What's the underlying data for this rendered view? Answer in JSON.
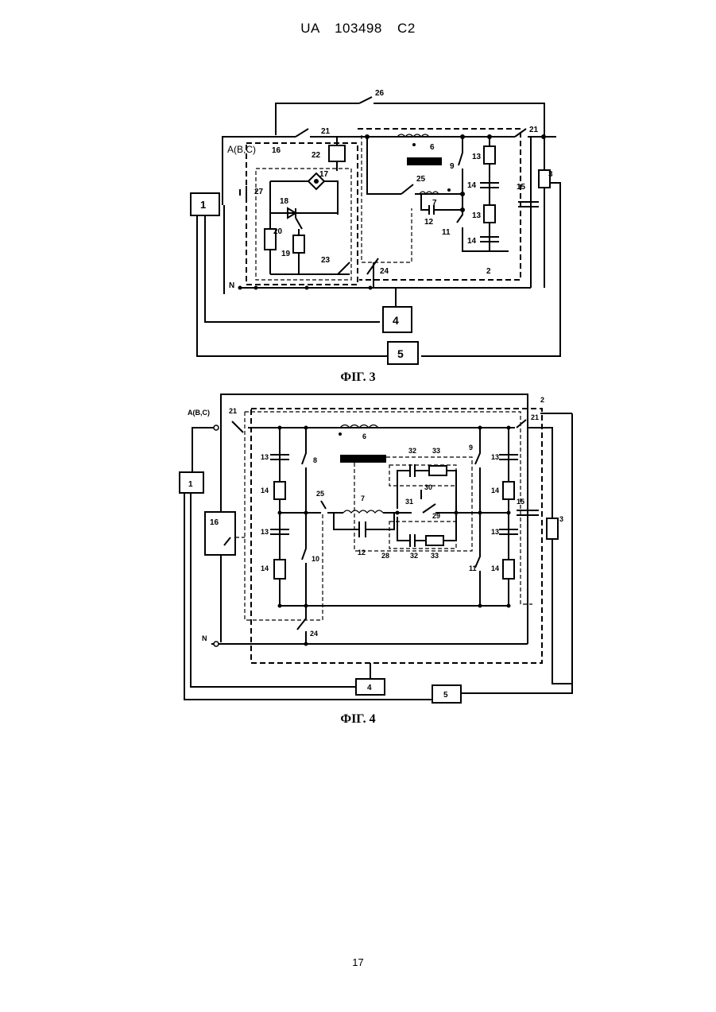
{
  "header": "UA   103498   C2",
  "fig3": {
    "caption": "ФІГ. 3",
    "labels": {
      "b1": "1",
      "b4": "4",
      "b5": "5",
      "l26": "26",
      "l21a": "21",
      "l21b": "21",
      "phase": "A(B,C)",
      "l16": "16",
      "l22": "22",
      "l6": "6",
      "l13a": "13",
      "l13b": "13",
      "l9": "9",
      "l17": "17",
      "l18": "18",
      "l27": "27",
      "l20": "20",
      "l19": "19",
      "l25": "25",
      "l7": "7",
      "l12": "12",
      "l11": "11",
      "l14a": "14",
      "l14b": "14",
      "l15": "15",
      "l3": "3",
      "l23": "23",
      "l24": "24",
      "l2": "2",
      "n": "N"
    }
  },
  "fig4": {
    "caption": "ФІГ. 4",
    "labels": {
      "phase": "A(B,C)",
      "l21a": "21",
      "l21b": "21",
      "l2": "2",
      "l6": "6",
      "l13a": "13",
      "l13b": "13",
      "l13c": "13",
      "l13d": "13",
      "l14a": "14",
      "l14b": "14",
      "l14c": "14",
      "l14d": "14",
      "l8": "8",
      "l9": "9",
      "l10": "10",
      "l11": "11",
      "l32a": "32",
      "l33a": "33",
      "l30": "30",
      "l7": "7",
      "l31": "31",
      "l29": "29",
      "l25": "25",
      "l12": "12",
      "l28": "28",
      "l32b": "32",
      "l33b": "33",
      "l15": "15",
      "l3": "3",
      "b1": "1",
      "b16": "16",
      "b4": "4",
      "b5": "5",
      "l24": "24",
      "n": "N"
    }
  },
  "page_number": "17"
}
